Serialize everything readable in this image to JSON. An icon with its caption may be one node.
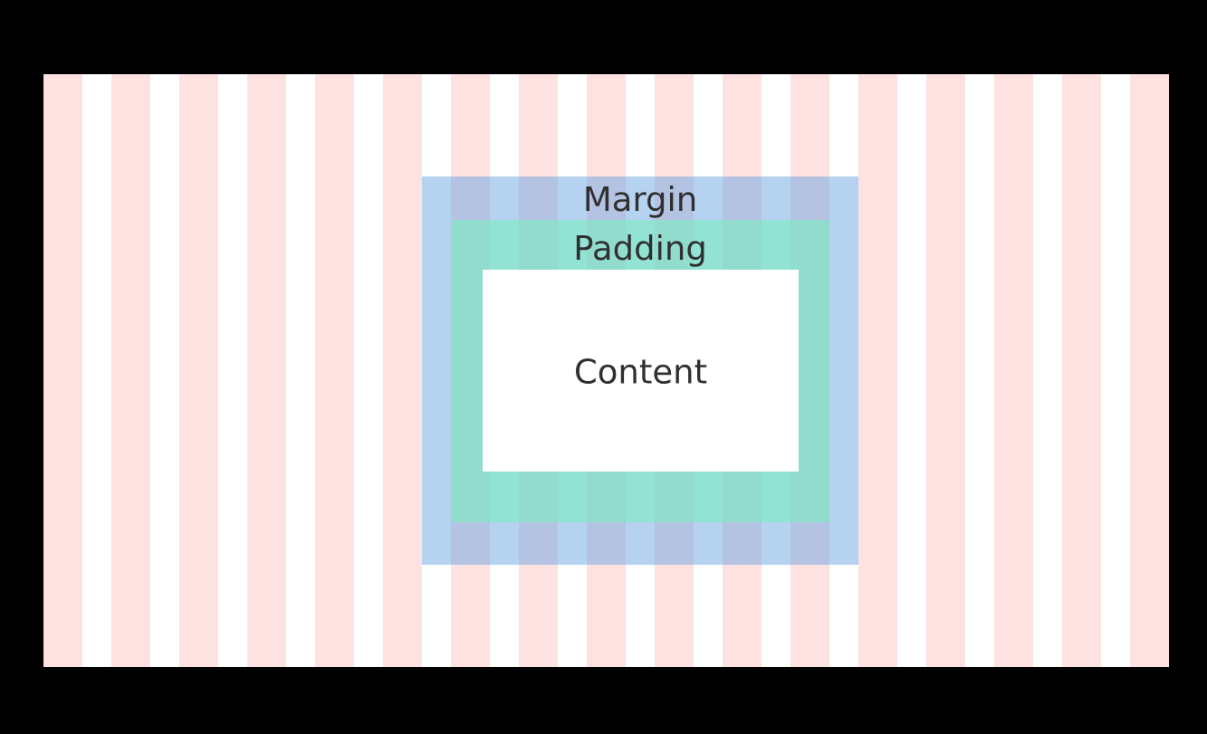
{
  "diagram": {
    "nodes": [
      {
        "text": [
          "Margin"
        ]
      },
      {
        "text": [
          "Padding"
        ],
        "in": 0
      },
      {
        "text": [
          "Content"
        ],
        "in": 1
      }
    ]
  }
}
